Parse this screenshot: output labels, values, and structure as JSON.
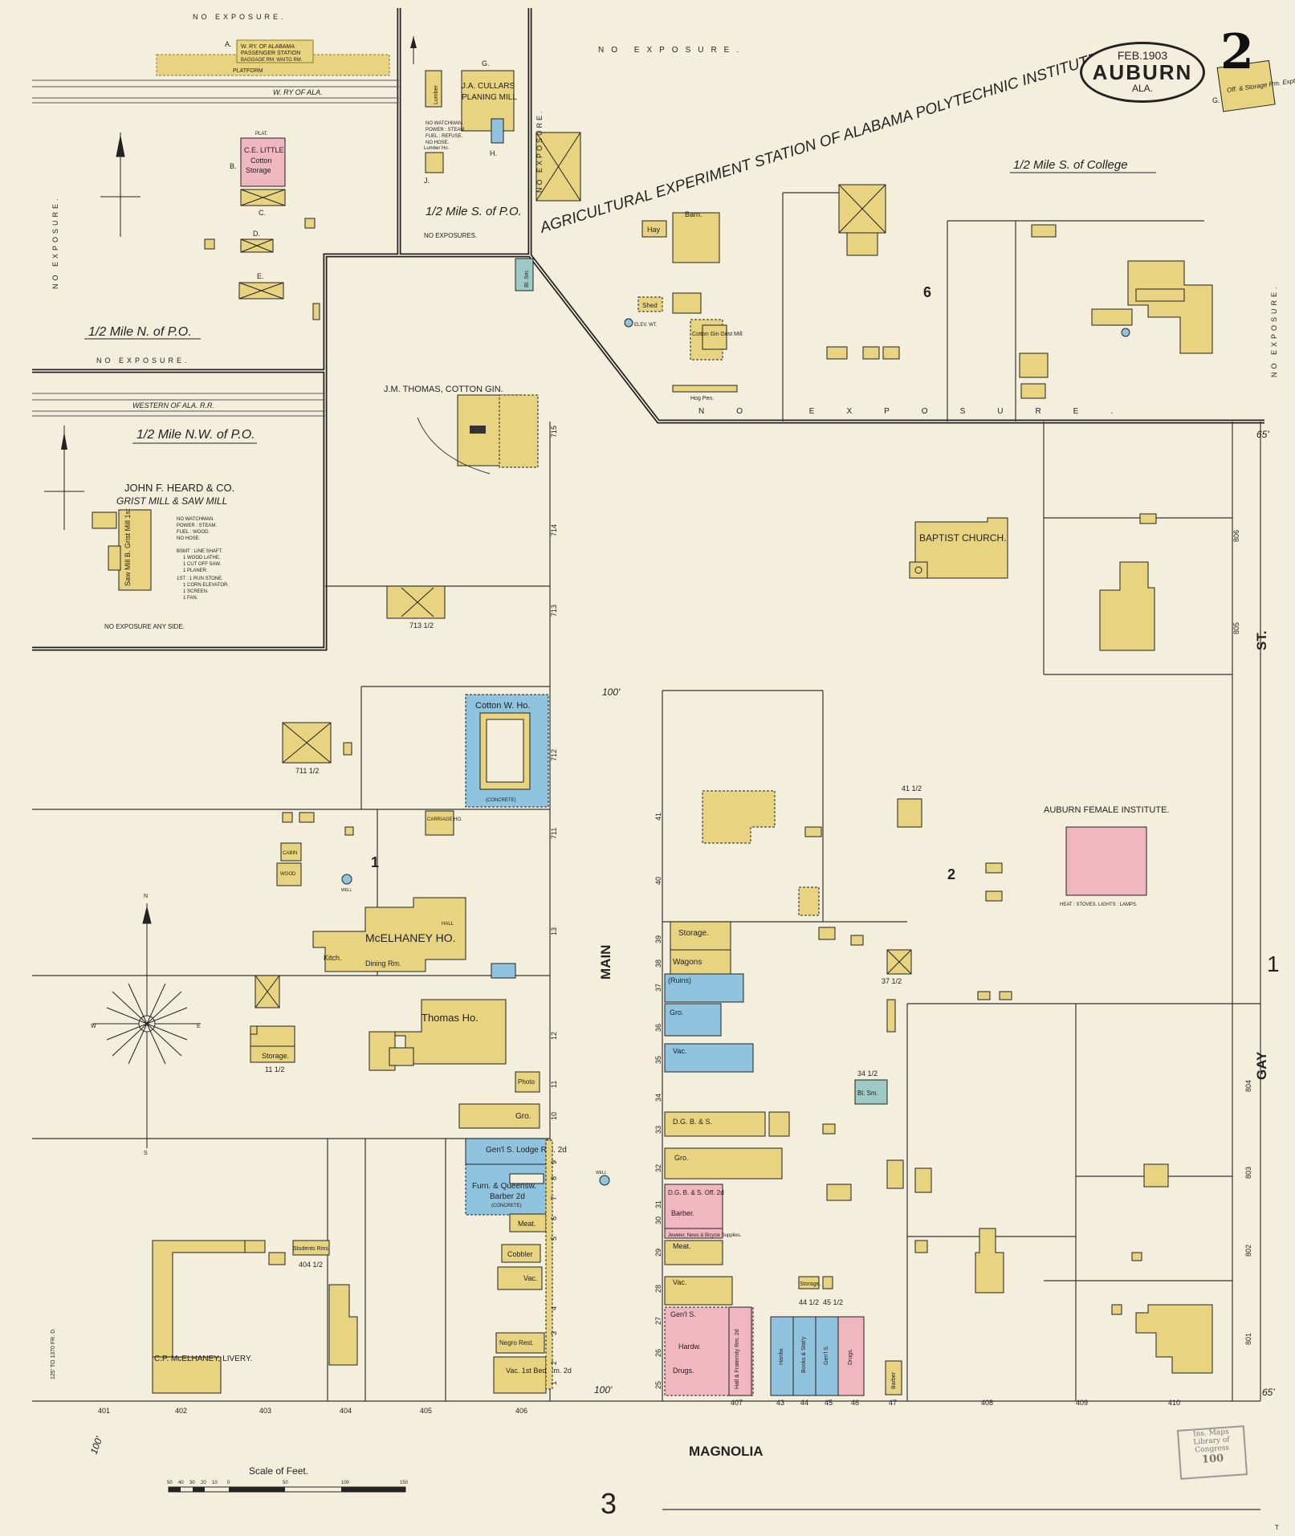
{
  "title": {
    "date": "FEB.1903",
    "city": "AUBURN",
    "state": "ALA."
  },
  "sheet_number": "2",
  "next_sheet": "3",
  "colors": {
    "paper": "#f4efdc",
    "frame": "#d9c36a",
    "brick": "#f0b7c0",
    "stone": "#8fc3de",
    "concrete": "#9ec9c4",
    "border": "#222222"
  },
  "streets": {
    "main": "MAIN",
    "magnolia": "MAGNOLIA",
    "gay": "GAY",
    "st": "ST."
  },
  "railroads": {
    "w_ry_of_ala": "W. RY OF ALA.",
    "western_of_ala": "WESTERN OF ALA. R.R."
  },
  "insets": {
    "w_ry_station": {
      "letter": "A.",
      "name": "W. RY. OF ALABAMA",
      "sub": "PASSENGER STATION",
      "rooms": "BAGGAGE RM.   WAITG RM.",
      "platform": "PLATFORM"
    },
    "little_cotton": {
      "name": "C.E. LITTLE",
      "sub": "Cotton",
      "sub2": "Storage",
      "letter_b": "B.",
      "letter_c": "C.",
      "letter_d": "D.",
      "letter_e": "E.",
      "plat": "PLAT.",
      "dist": "1/2 Mile N. of P.O."
    },
    "cullars": {
      "name": "J.A. CULLARS",
      "sub": "PLANING MILL",
      "letter_g": "G.",
      "letter_h": "H.",
      "letter_j": "J.",
      "lumber": "Lumber",
      "lumber_ho": "Lumber Ho.",
      "notes": [
        "NO WATCHMAN.",
        "POWER : STEAM.",
        "FUEL : REFUSE.",
        "NO HOSE."
      ],
      "dist": "1/2 Mile S. of P.O.",
      "no_exp": "NO EXPOSURES."
    },
    "heard": {
      "name": "JOHN F. HEARD & CO.",
      "sub": "GRIST MILL & SAW MILL",
      "dist": "1/2 Mile N.W. of P.O.",
      "notes": [
        "NO WATCHMAN.",
        "POWER : STEAM.",
        "FUEL : WOOD.",
        "NO HOSE."
      ],
      "equip": [
        "BSMT : LINE SHAFT.",
        "1 WOOD LATHE.",
        "1 CUT OFF SAW.",
        "1 PLANER.",
        "1ST : 1 RUN STONE.",
        "1 CORN ELEVATOR.",
        "1 SCREEN.",
        "1 FAN."
      ],
      "mill_label": "Saw Mill B. Grist Mill 1st",
      "no_exp": "NO EXPOSURE ANY SIDE."
    },
    "experiment": {
      "name": "AGRICULTURAL EXPERIMENT STATION OF ALABAMA POLYTECHNIC INSTITUTE.",
      "dist": "1/2 Mile S. of College",
      "barn": "Barn.",
      "hay": "Hay",
      "shed": "Shed",
      "gin": "Cotton Gin Grist Mill",
      "hog": "Hog Pen.",
      "block": "6",
      "elev": "ELEV. WT."
    },
    "office": {
      "letter": "G.",
      "name": "Off. & Storage Rm. Expt. Station"
    }
  },
  "no_exposure": "NO EXPOSURE.",
  "buildings": {
    "thomas_gin": "J.M. THOMAS, COTTON GIN.",
    "cotton_wh": "Cotton W. Ho.",
    "concrete": "(CONCRETE)",
    "baptist": "BAPTIST CHURCH.",
    "female_inst": "AUBURN FEMALE INSTITUTE.",
    "female_heat": "HEAT : STOVES. LIGHTS : LAMPS.",
    "mcelhaney": "McELHANEY HO.",
    "kitch": "Kitch.",
    "dining": "Dining Rm.",
    "thomas_ho": "Thomas Ho.",
    "storage": "Storage.",
    "photo": "Photo",
    "gro": "Gro.",
    "gents_lodge": "Gen'l S. Lodge Rm. 2d",
    "furn": "Furn. & Queensw.",
    "barber2": "Barber 2d",
    "meat": "Meat.",
    "cobbler": "Cobbler",
    "vac": "Vac.",
    "negro_rest": "Negro Rest.",
    "vac_bed": "Vac. 1st Bed Rm. 2d",
    "students_rms": "Students Rms.",
    "livery": "C.P. McELHANEY, LIVERY.",
    "wagons": "Wagons",
    "ruins": "(Ruins)",
    "dgbs": "D.G. B. & S.",
    "dgbs2": "D.G. B. & S. Off. 2d",
    "barber": "Barber.",
    "jeweler": "Jeweler, News & Bicycle Supplies.",
    "gents": "Gen'l S.",
    "hardw": "Hardw.",
    "drugs": "Drugs.",
    "hall": "Hall & Fraternity Rm. 2d",
    "books": "Books & Stat'y",
    "bl_sm": "Bl. Sm.",
    "well": "WELL",
    "carriage": "CARRIAGE HO.",
    "cabin": "CABIN",
    "wood": "WOOD",
    "hall_lbl": "HALL",
    "barber_v": "Barber"
  },
  "lot_numbers": {
    "main_west": [
      "715",
      "714",
      "713",
      "712",
      "711",
      "13",
      "12",
      "11",
      "10",
      "9",
      "8",
      "7",
      "6",
      "5",
      "4",
      "3",
      "2",
      "1"
    ],
    "main_east": [
      "41",
      "40",
      "39",
      "38",
      "37",
      "36",
      "35",
      "34",
      "33",
      "32",
      "31",
      "30",
      "29",
      "28",
      "27",
      "26",
      "25"
    ],
    "magnolia": [
      "401",
      "402",
      "403",
      "404",
      "405",
      "406",
      "407",
      "43",
      "44",
      "45",
      "46",
      "47",
      "408",
      "409",
      "410"
    ],
    "gay": [
      "806",
      "805",
      "804",
      "803",
      "802",
      "801"
    ],
    "half": [
      "713 1/2",
      "711 1/2",
      "41 1/2",
      "37 1/2",
      "34 1/2",
      "44 1/2",
      "45 1/2",
      "404 1/2",
      "11 1/2"
    ]
  },
  "blocks": [
    "1",
    "2",
    "6"
  ],
  "widths": [
    "100'",
    "100'",
    "65'",
    "65'",
    "100'"
  ],
  "compass": {
    "n": "N",
    "s": "S",
    "e": "E",
    "w": "W"
  },
  "scale": {
    "label": "Scale of Feet.",
    "ticks": [
      "50",
      "40",
      "30",
      "20",
      "10",
      "0",
      "50",
      "100",
      "150"
    ]
  },
  "stamp": {
    "line1": "Ins. Maps",
    "line2": "Library of Congress",
    "num": "100"
  },
  "misc": {
    "fr_d": "125' TO 1370 FR. D.",
    "index": "1",
    "t": "T"
  }
}
